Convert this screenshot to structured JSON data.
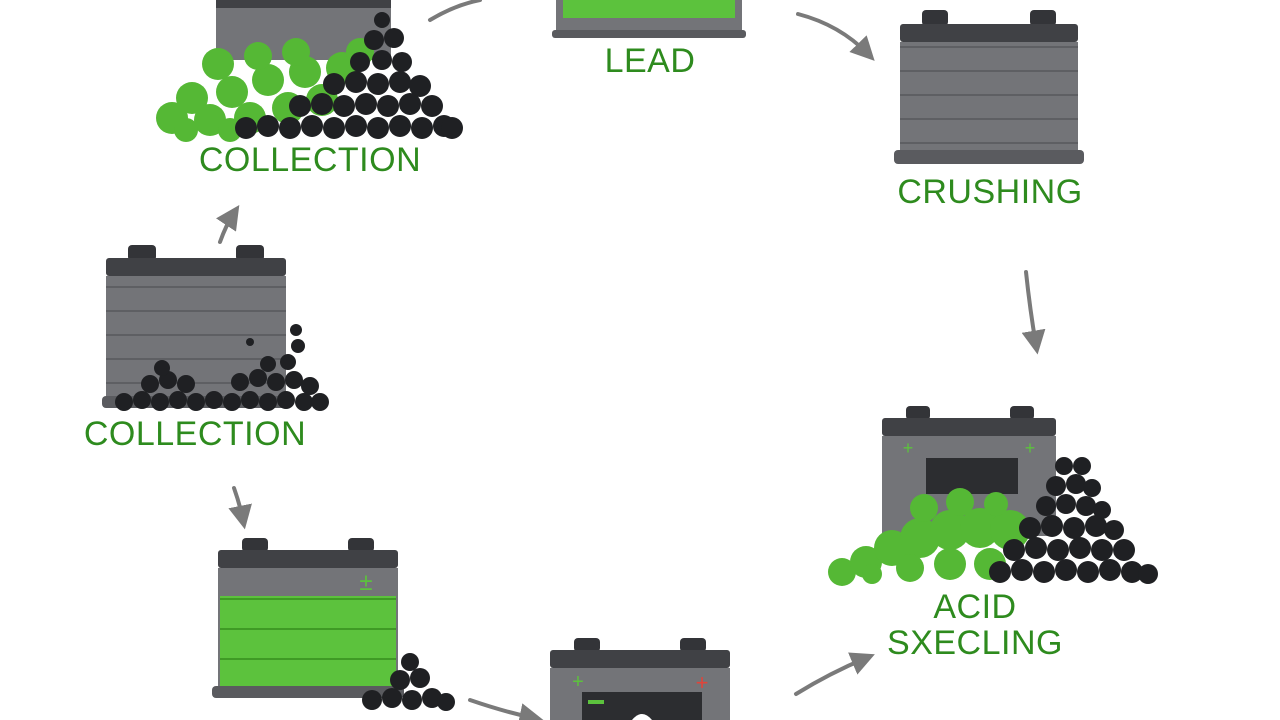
{
  "stages": {
    "lead": {
      "label": "LEAD"
    },
    "collection_top": {
      "label": "COLLECTION"
    },
    "crushing": {
      "label": "CRUSHING"
    },
    "collection_left": {
      "label": "COLLECTION"
    },
    "acid": {
      "line1": "ACID",
      "line2": "SXECLING"
    }
  },
  "colors": {
    "battery_body": "#737478",
    "battery_lid": "#404145",
    "battery_terminal": "#333438",
    "green_fill": "#5cc23d",
    "green_pile": "#55b835",
    "black_pile": "#1f2023",
    "label_text": "#2e8b1e",
    "arrow": "#7a7a7a",
    "accent_red": "#e0443a"
  }
}
